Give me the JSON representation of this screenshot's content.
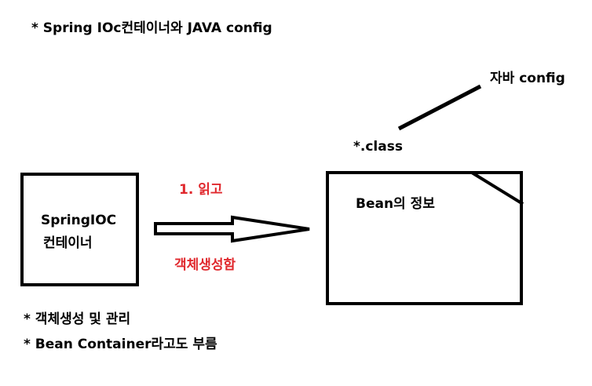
{
  "title": "* Spring IOc컨테이너와 JAVA config",
  "labels": {
    "java_config": "자바 config",
    "class_file": "*.class",
    "read_step": "1. 읽고",
    "create_objects": "객체생성함"
  },
  "container_box": {
    "line1": "SpringIOC",
    "line2": "컨테이너"
  },
  "bean_box": {
    "label": "Bean의 정보"
  },
  "notes": [
    "* 객체생성 및 관리",
    "* Bean Container라고도 부름"
  ],
  "colors": {
    "text": "#000000",
    "accent": "#e0282d",
    "background": "#ffffff"
  }
}
